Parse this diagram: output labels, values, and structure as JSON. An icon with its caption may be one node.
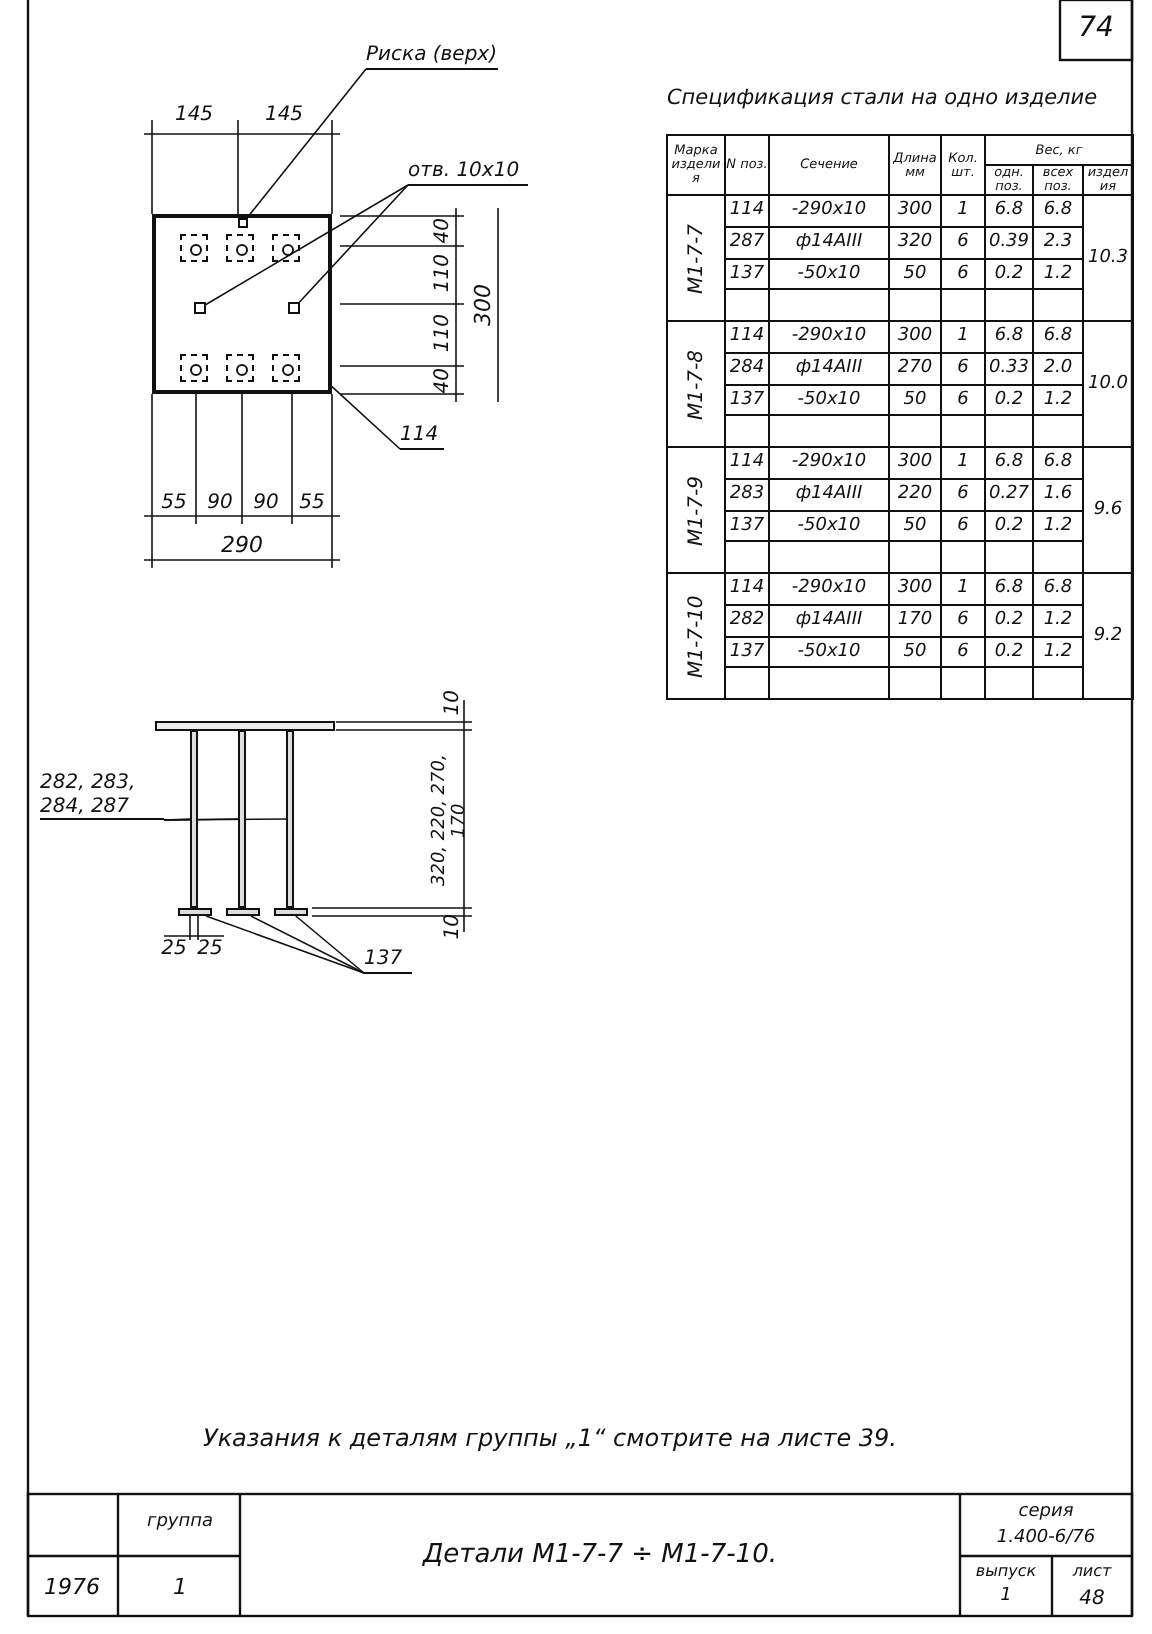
{
  "diagram": {
    "nodes": [
      {
        "text": [
          "Риска (верх)"
        ]
      },
      {
        "text": [],
        "shape": "box"
      },
      {
        "text": [],
        "shape": "box",
        "in": 1
      },
      {
        "text": [
          "отв. 10х10"
        ]
      },
      {
        "text": [],
        "shape": "box",
        "in": 1
      },
      {
        "text": [],
        "shape": "box",
        "in": 1
      },
      {
        "text": [
          "114"
        ]
      },
      {
        "text": [
          "282, 283, 284, 287"
        ]
      },
      {
        "text": [],
        "shape": "bar"
      },
      {
        "text": [],
        "shape": "bar"
      },
      {
        "text": [],
        "shape": "bar"
      },
      {
        "text": [
          "137"
        ]
      },
      {
        "text": [],
        "shape": "bar"
      },
      {
        "text": [],
        "shape": "bar"
      },
      {
        "text": [],
        "shape": "bar"
      }
    ],
    "edges": [
      {
        "from": 0,
        "to": 2,
        "arrow": "none"
      },
      {
        "from": 3,
        "to": 4,
        "arrow": "none"
      },
      {
        "from": 3,
        "to": 5,
        "arrow": "none"
      },
      {
        "from": 6,
        "to": 1,
        "arrow": "none"
      },
      {
        "from": 7,
        "to": 8,
        "arrow": "none"
      },
      {
        "from": 7,
        "to": 9,
        "arrow": "none"
      },
      {
        "from": 7,
        "to": 10,
        "arrow": "none"
      },
      {
        "from": 11,
        "to": 12,
        "arrow": "none"
      },
      {
        "from": 11,
        "to": 13,
        "arrow": "none"
      },
      {
        "from": 11,
        "to": 14,
        "arrow": "none"
      }
    ],
    "labels": [
      "74",
      "145",
      "145",
      "40",
      "110",
      "110",
      "40",
      "300",
      "55",
      "90",
      "90",
      "55",
      "290",
      "10",
      "320, 220, 270, 170",
      "10",
      "25",
      "25",
      "Спецификация стали на одно изделие",
      "Марка изделия",
      "N поз.",
      "Сечение",
      "Длина мм",
      "Кол. шт.",
      "Вес, кг",
      "одн. поз.",
      "всех поз.",
      "изделия",
      "М1-7-7",
      "114",
      "-290х10",
      "300",
      "1",
      "6.8",
      "6.8",
      "10.3",
      "287",
      "ф14АIII",
      "320",
      "6",
      "0.39",
      "2.3",
      "137",
      "-50х10",
      "50",
      "6",
      "0.2",
      "1.2",
      "М1-7-8",
      "114",
      "-290х10",
      "300",
      "1",
      "6.8",
      "6.8",
      "10.0",
      "284",
      "ф14АIII",
      "270",
      "6",
      "0.33",
      "2.0",
      "137",
      "-50х10",
      "50",
      "6",
      "0.2",
      "1.2",
      "М1-7-9",
      "114",
      "-290х10",
      "300",
      "1",
      "6.8",
      "6.8",
      "9.6",
      "283",
      "ф14АIII",
      "220",
      "6",
      "0.27",
      "1.6",
      "137",
      "-50х10",
      "50",
      "6",
      "0.2",
      "1.2",
      "М1-7-10",
      "114",
      "-290х10",
      "300",
      "1",
      "6.8",
      "6.8",
      "9.2",
      "282",
      "ф14АIII",
      "170",
      "6",
      "0.2",
      "1.2",
      "137",
      "-50х10",
      "50",
      "6",
      "0.2",
      "1.2",
      "Указания к деталям группы „1“ смотрите на листе 39.",
      "группа",
      "1976",
      "1",
      "Детали М1-7-7 ÷ М1-7-10.",
      "серия",
      "1.400-6/76",
      "выпуск",
      "1",
      "лист",
      "48"
    ]
  }
}
